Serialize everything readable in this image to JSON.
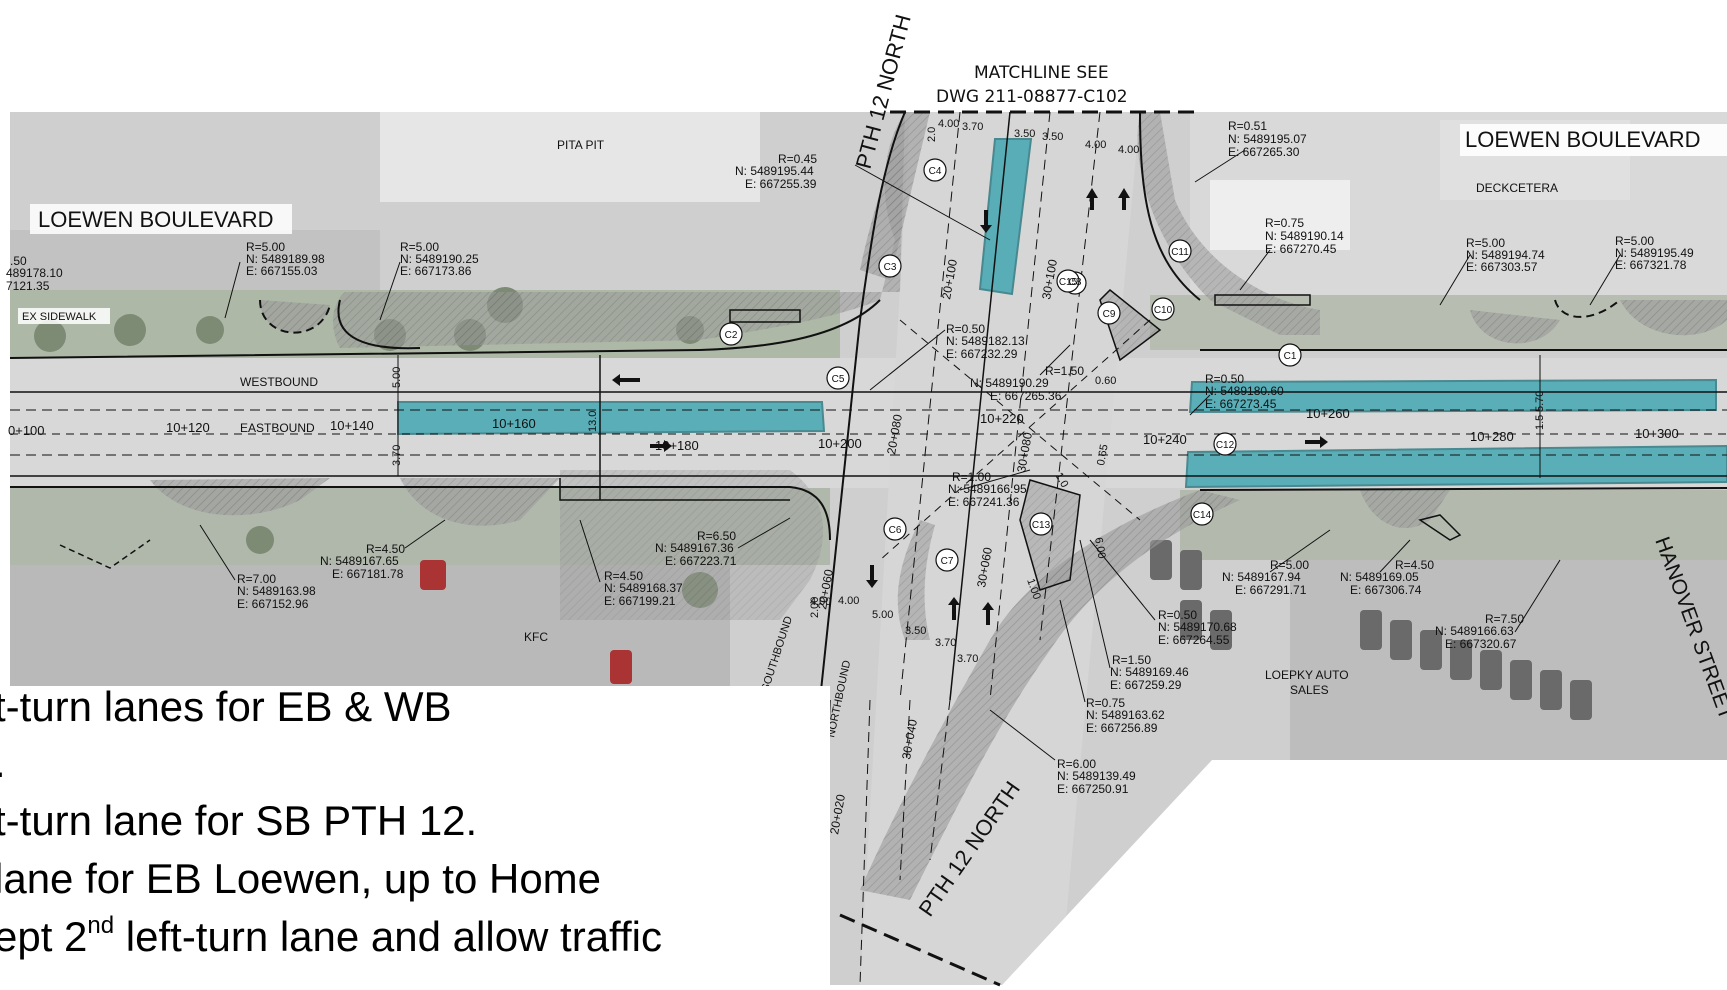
{
  "drawing": {
    "matchline_line1": "MATCHLINE SEE",
    "matchline_line2": "DWG 211-08877-C102",
    "street_pth12_top": "PTH 12 NORTH",
    "street_pth12_bottom": "PTH 12 NORTH",
    "street_loewen_west": "LOEWEN BOULEVARD",
    "street_loewen_east": "LOEWEN BOULEVARD",
    "street_hanover": "HANOVER STREET",
    "ex_sidewalk": "EX SIDEWALK",
    "westbound": "WESTBOUND",
    "eastbound": "EASTBOUND",
    "southbound": "SOUTHBOUND",
    "northbound": "NORTHBOUND",
    "pita_pit": "PITA PIT",
    "deckcetera": "DECKCETERA",
    "kfc": "KFC",
    "loepky_1": "LOEPKY AUTO",
    "loepky_2": "SALES",
    "stations": [
      "0+100",
      "10+120",
      "10+140",
      "10+160",
      "10+180",
      "10+200",
      "10+220",
      "10+240",
      "10+260",
      "10+280",
      "10+300"
    ],
    "vstations": [
      "20+080",
      "20+100",
      "30+080",
      "30+100",
      "30+060",
      "30+040",
      "20+060",
      "20+020"
    ],
    "curve_labels": [
      "C1",
      "C2",
      "C3",
      "C4",
      "C5",
      "C6",
      "C7",
      "C8",
      "C9",
      "C10",
      "C11",
      "C12",
      "C13",
      "C14",
      "C15"
    ],
    "curves": [
      {
        "r": "R=0.45",
        "n": "N: 5489195.44",
        "e": "E: 667255.39"
      },
      {
        "r": "R=0.51",
        "n": "N: 5489195.07",
        "e": "E: 667265.30"
      },
      {
        "r": "R=0.75",
        "n": "N: 5489190.14",
        "e": "E: 667270.45"
      },
      {
        "r": "R=5.00",
        "n": "N: 5489189.98",
        "e": "E: 667155.03"
      },
      {
        "r": "R=5.00",
        "n": "N: 5489190.25",
        "e": "E: 667173.86"
      },
      {
        "r": "R=5.00",
        "n": "N: 5489194.74",
        "e": "E: 667303.57"
      },
      {
        "r": "R=5.00",
        "n": "N: 5489195.49",
        "e": "E: 667321.78"
      },
      {
        "r": "R=0.50",
        "n": "N: 5489182.13",
        "e": "E: 667232.29"
      },
      {
        "r": "R=1.50",
        "n": "N: 5489190.29",
        "e": "E: 667265.36"
      },
      {
        "r": "R=0.50",
        "n": "N: 5489180.60",
        "e": "E: 667273.45"
      },
      {
        "r": "R=1.00",
        "n": "N: 5489166.95",
        "e": "E: 667241.36"
      },
      {
        "r": "R=6.50",
        "n": "N: 5489167.36",
        "e": "E: 667223.71"
      },
      {
        "r": "R=4.50",
        "n": "N: 5489167.65",
        "e": "E: 667181.78"
      },
      {
        "r": "R=7.00",
        "n": "N: 5489163.98",
        "e": "E: 667152.96"
      },
      {
        "r": "R=4.50",
        "n": "N: 5489168.37",
        "e": "E: 667199.21"
      },
      {
        "r": "R=5.00",
        "n": "N: 5489167.94",
        "e": "E: 667291.71"
      },
      {
        "r": "R=4.50",
        "n": "N: 5489169.05",
        "e": "E: 667306.74"
      },
      {
        "r": "R=7.50",
        "n": "N: 5489166.63",
        "e": "E: 667320.67"
      },
      {
        "r": "R=0.50",
        "n": "N: 5489170.68",
        "e": "E: 667264.55"
      },
      {
        "r": "R=1.50",
        "n": "N: 5489169.46",
        "e": "E: 667259.29"
      },
      {
        "r": "R=0.75",
        "n": "N: 5489163.62",
        "e": "E: 667256.89"
      },
      {
        "r": "R=6.00",
        "n": "N: 5489139.49",
        "e": "E: 667250.91"
      }
    ],
    "partial_left": {
      "r": ".50",
      "n": "489178.10",
      "e": "7121.35"
    },
    "dims": [
      "4.00",
      "3.70",
      "3.50",
      "3.50",
      "4.00",
      "4.00",
      "5.00",
      "13.0",
      "3.70",
      "5.70",
      "1.5",
      "0.60",
      "0.65",
      "1.00",
      "6.00",
      "4.00",
      "5.00",
      "3.50",
      "3.70",
      "3.70",
      "2.0",
      "2.00",
      "4.00",
      "1.0"
    ]
  },
  "colors": {
    "improvement": "#2fa0ad",
    "pavement": "#d6d6d6",
    "grass": "#a9b5a1",
    "island": "#8c8c8c"
  },
  "notes": {
    "line1": "t-turn lanes for EB & WB",
    "line2": ".",
    "line3": "t-turn lane for SB PTH 12.",
    "line4": "lane for EB Loewen, up to Home",
    "line5a": "ept 2",
    "line5sup": "nd",
    "line5b": " left-turn lane and allow traffic"
  }
}
